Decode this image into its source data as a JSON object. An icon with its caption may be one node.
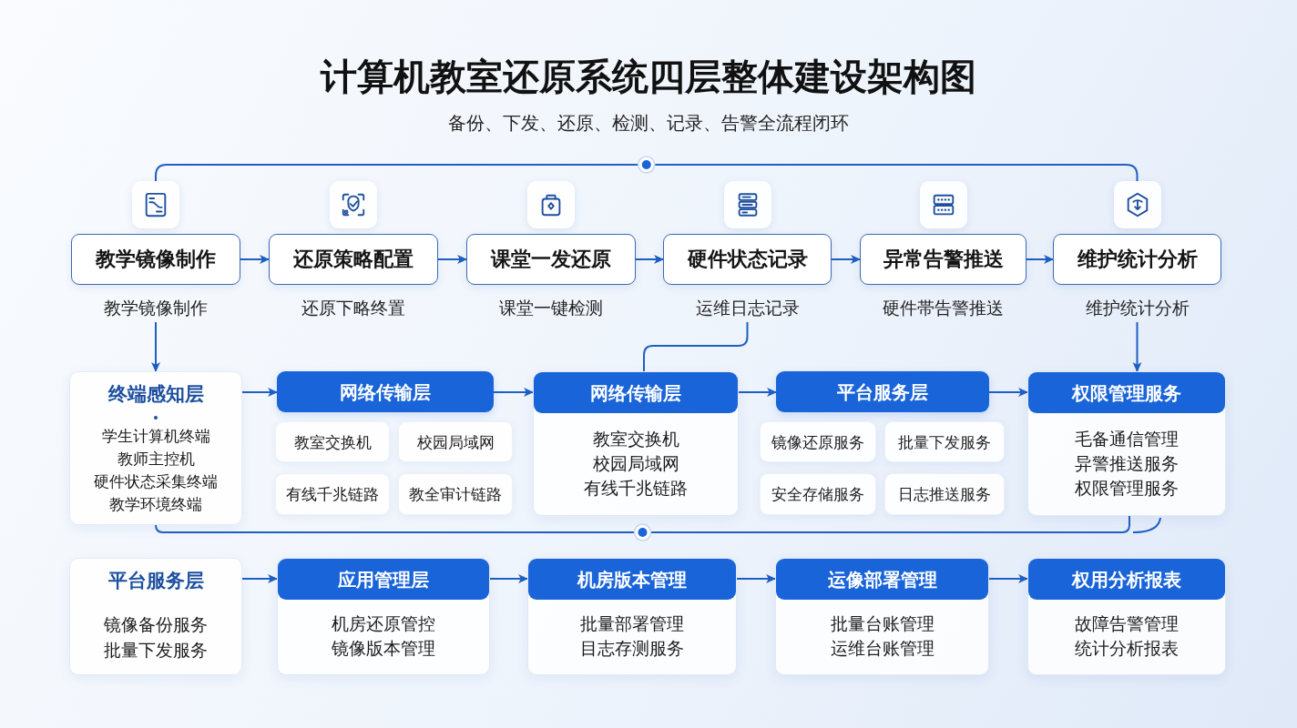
{
  "diagram": {
    "title": "计算机教室还原系统四层整体建设架构图",
    "nodes": [
      {
        "text": [
          "教学镜像制作"
        ],
        "beside": [
          "教学镜像制作"
        ]
      },
      {
        "text": [
          "还原策略配置"
        ],
        "beside": [
          "还原下略终置"
        ]
      },
      {
        "text": [
          "课堂一发还原"
        ],
        "beside": [
          "课堂一键检测"
        ]
      },
      {
        "text": [
          "硬件状态记录"
        ],
        "beside": [
          "运维日志记录"
        ]
      },
      {
        "text": [
          "异常告警推送"
        ],
        "beside": [
          "硬件帯告警推送"
        ]
      },
      {
        "text": [
          "维护统计分析"
        ],
        "beside": [
          "维护统计分析"
        ]
      },
      {
        "text": [
          "终端感知层",
          "学生计算机终端",
          "教师主控机",
          "硬件状态采集终端",
          "教学环境终端"
        ]
      },
      {
        "text": [
          "网络传输层"
        ]
      },
      {
        "text": [
          "教室交换机"
        ]
      },
      {
        "text": [
          "校园局域网"
        ]
      },
      {
        "text": [
          "有线千兆链路"
        ]
      },
      {
        "text": [
          "教全审计链路"
        ]
      },
      {
        "text": [
          "网络传输层",
          "教室交换机",
          "校园局域网",
          "有线千兆链路"
        ]
      },
      {
        "text": [
          "平台服务层"
        ]
      },
      {
        "text": [
          "镜像还原服务"
        ]
      },
      {
        "text": [
          "批量下发服务"
        ]
      },
      {
        "text": [
          "安全存储服务"
        ]
      },
      {
        "text": [
          "日志推送服务"
        ]
      },
      {
        "text": [
          "权限管理服务",
          "毛备通信管理",
          "异警推送服务",
          "权限管理服务"
        ]
      },
      {
        "text": [
          "平台服务层",
          "镜像备份服务",
          "批量下发服务"
        ]
      },
      {
        "text": [
          "应用管理层",
          "机房还原管控",
          "镜像版本管理"
        ]
      },
      {
        "text": [
          "机房版本管理",
          "批量部署管理",
          "目志存测服务"
        ]
      },
      {
        "text": [
          "运像部署管理",
          "批量台账管理",
          "运维台账管理"
        ]
      },
      {
        "text": [
          "权用分析报表",
          "故障告警管理",
          "统计分析报表"
        ]
      }
    ],
    "edges": [
      {
        "from": 0,
        "to": 1,
        "arrow": "to"
      },
      {
        "from": 1,
        "to": 2,
        "arrow": "to"
      },
      {
        "from": 2,
        "to": 3,
        "arrow": "to"
      },
      {
        "from": 3,
        "to": 4,
        "arrow": "to"
      },
      {
        "from": 4,
        "to": 5,
        "arrow": "to"
      },
      {
        "from": 0,
        "to": 5,
        "arrow": "none"
      },
      {
        "from": 0,
        "to": 6,
        "arrow": "to"
      },
      {
        "from": 3,
        "to": 12,
        "arrow": "none"
      },
      {
        "from": 5,
        "to": 18,
        "arrow": "to"
      },
      {
        "from": 6,
        "to": 7,
        "arrow": "to"
      },
      {
        "from": 7,
        "to": 12,
        "arrow": "to"
      },
      {
        "from": 12,
        "to": 13,
        "arrow": "to"
      },
      {
        "from": 13,
        "to": 18,
        "arrow": "to"
      },
      {
        "from": 6,
        "to": 18,
        "arrow": "none"
      },
      {
        "from": 19,
        "to": 20,
        "arrow": "to"
      },
      {
        "from": 20,
        "to": 21,
        "arrow": "to"
      },
      {
        "from": 21,
        "to": 22,
        "arrow": "to"
      },
      {
        "from": 22,
        "to": 23,
        "arrow": "to"
      }
    ],
    "labels": [
      "备份、下发、还原、检测、记录、告警全流程闭环"
    ]
  }
}
